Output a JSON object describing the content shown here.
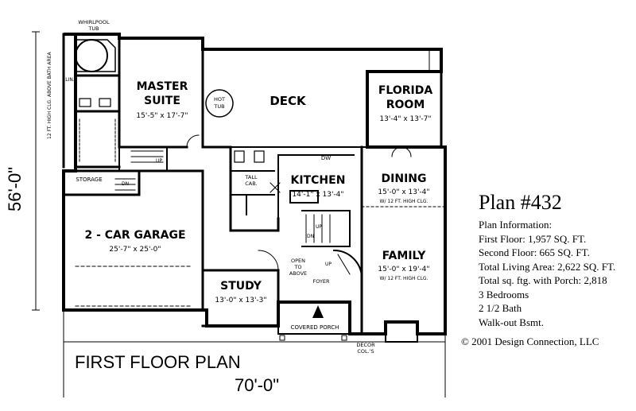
{
  "plan": {
    "title": "Plan #432",
    "info_heading": "Plan Information:",
    "info_lines": [
      "First Floor: 1,957 SQ. FT.",
      "Second Floor: 665 SQ. FT.",
      "Total Living Area: 2,622 SQ. FT.",
      "Total sq. ftg. with Porch: 2,818",
      "3 Bedrooms",
      "2 1/2 Bath",
      "Walk-out Bsmt."
    ],
    "copyright": "©  2001 Design Connection, LLC"
  },
  "drawing": {
    "floor_title": "FIRST FLOOR PLAN",
    "width_dim": "70'-0\"",
    "height_dim": "56'-0\"",
    "ceiling_note": "12 FT. HIGH CLG. ABOVE BATH AREA",
    "rooms": {
      "whirlpool": "WHIRLPOOL",
      "tub": "TUB",
      "lin": "LIN.",
      "master_name1": "MASTER",
      "master_name2": "SUITE",
      "master_dim": "15'-5\" x 17'-7\"",
      "hot": "HOT",
      "hot_tub": "TUB",
      "deck": "DECK",
      "florida1": "FLORIDA",
      "florida2": "ROOM",
      "florida_dim": "13'-4\" x 13'-7\"",
      "storage": "STORAGE",
      "garage": "2 - CAR GARAGE",
      "garage_dim": "25'-7\" x 25'-0\"",
      "tall_cab1": "TALL",
      "tall_cab2": "CAB.",
      "kitchen": "KITCHEN",
      "kitchen_dim": "14'-1\" x 13'-4\"",
      "dw": "DW",
      "dining": "DINING",
      "dining_dim": "15'-0\" x 13'-4\"",
      "dining_note": "W/ 12 FT. HIGH CLG.",
      "family": "FAMILY",
      "family_dim": "15'-0\" x 19'-4\"",
      "family_note": "W/ 12 FT. HIGH CLG.",
      "study": "STUDY",
      "study_dim": "13'-0\" x 13'-3\"",
      "open1": "OPEN",
      "open2": "TO",
      "open3": "ABOVE",
      "foyer": "FOYER",
      "porch": "COVERED PORCH",
      "decor1": "DECOR",
      "decor2": "COL.'S",
      "up": "UP",
      "dn": "DN"
    }
  }
}
